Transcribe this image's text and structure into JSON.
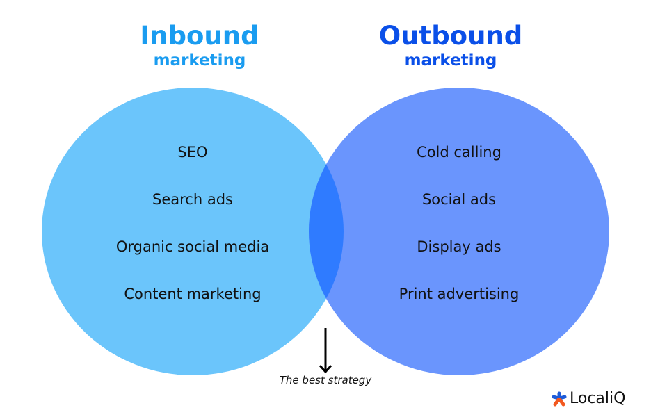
{
  "inbound": {
    "title": "Inbound",
    "subtitle": "marketing",
    "items": [
      "SEO",
      "Search ads",
      "Organic social media",
      "Content marketing"
    ]
  },
  "outbound": {
    "title": "Outbound",
    "subtitle": "marketing",
    "items": [
      "Cold calling",
      "Social ads",
      "Display ads",
      "Print advertising"
    ]
  },
  "overlap_caption": "The best strategy",
  "logo": "LocaliQ",
  "colors": {
    "inbound_circle": "#6bc5fb",
    "outbound_circle": "#6a95fd",
    "overlap": "#2f7bff",
    "inbound_title": "#1a9cf0",
    "outbound_title": "#0a4fe8"
  }
}
